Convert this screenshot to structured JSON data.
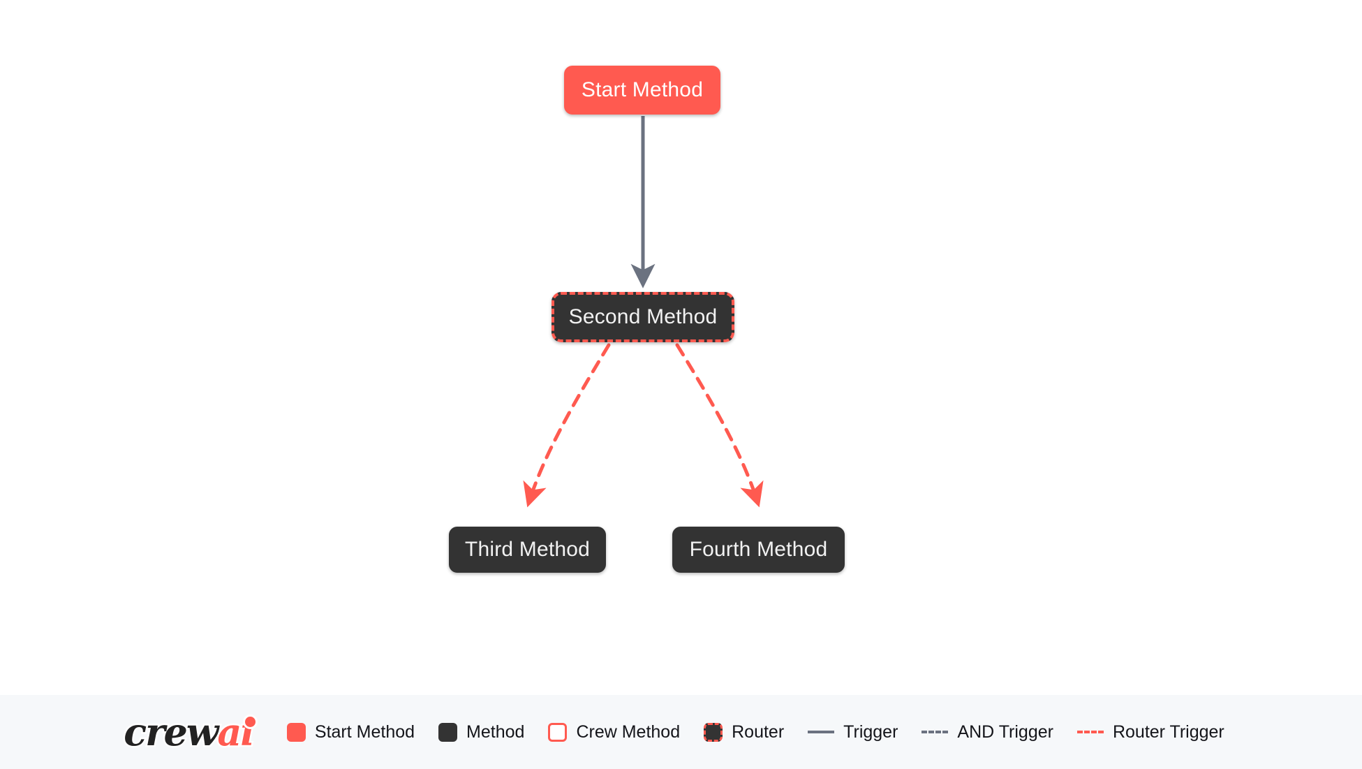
{
  "flow": {
    "nodes": [
      {
        "id": "start",
        "label": "Start Method",
        "type": "start-method"
      },
      {
        "id": "second",
        "label": "Second Method",
        "type": "router"
      },
      {
        "id": "third",
        "label": "Third Method",
        "type": "method"
      },
      {
        "id": "fourth",
        "label": "Fourth Method",
        "type": "method"
      }
    ],
    "edges": [
      {
        "from": "start",
        "to": "third",
        "style": "trigger",
        "shape": "straight"
      },
      {
        "from": "second",
        "to": "third",
        "style": "router-trigger",
        "shape": "curve"
      },
      {
        "from": "second",
        "to": "fourth",
        "style": "router-trigger",
        "shape": "curve"
      }
    ]
  },
  "legend": {
    "logo": {
      "part1": "crew",
      "part2": "ai"
    },
    "items": [
      {
        "key": "start-method",
        "label": "Start Method",
        "marker": "swatch-solid-coral"
      },
      {
        "key": "method",
        "label": "Method",
        "marker": "swatch-solid-dark"
      },
      {
        "key": "crew-method",
        "label": "Crew Method",
        "marker": "swatch-outline-coral"
      },
      {
        "key": "router",
        "label": "Router",
        "marker": "swatch-dashed-coral"
      },
      {
        "key": "trigger",
        "label": "Trigger",
        "marker": "line-solid-gray"
      },
      {
        "key": "and-trigger",
        "label": "AND Trigger",
        "marker": "line-dashed-gray"
      },
      {
        "key": "router-trigger",
        "label": "Router Trigger",
        "marker": "line-dashed-coral"
      }
    ]
  },
  "colors": {
    "accent": "#ff5a50",
    "node_dark": "#333333",
    "edge_gray": "#6b7280",
    "canvas_bg": "#ffffff",
    "legend_bg": "#f6f8fa",
    "text_dark": "#14151a"
  }
}
